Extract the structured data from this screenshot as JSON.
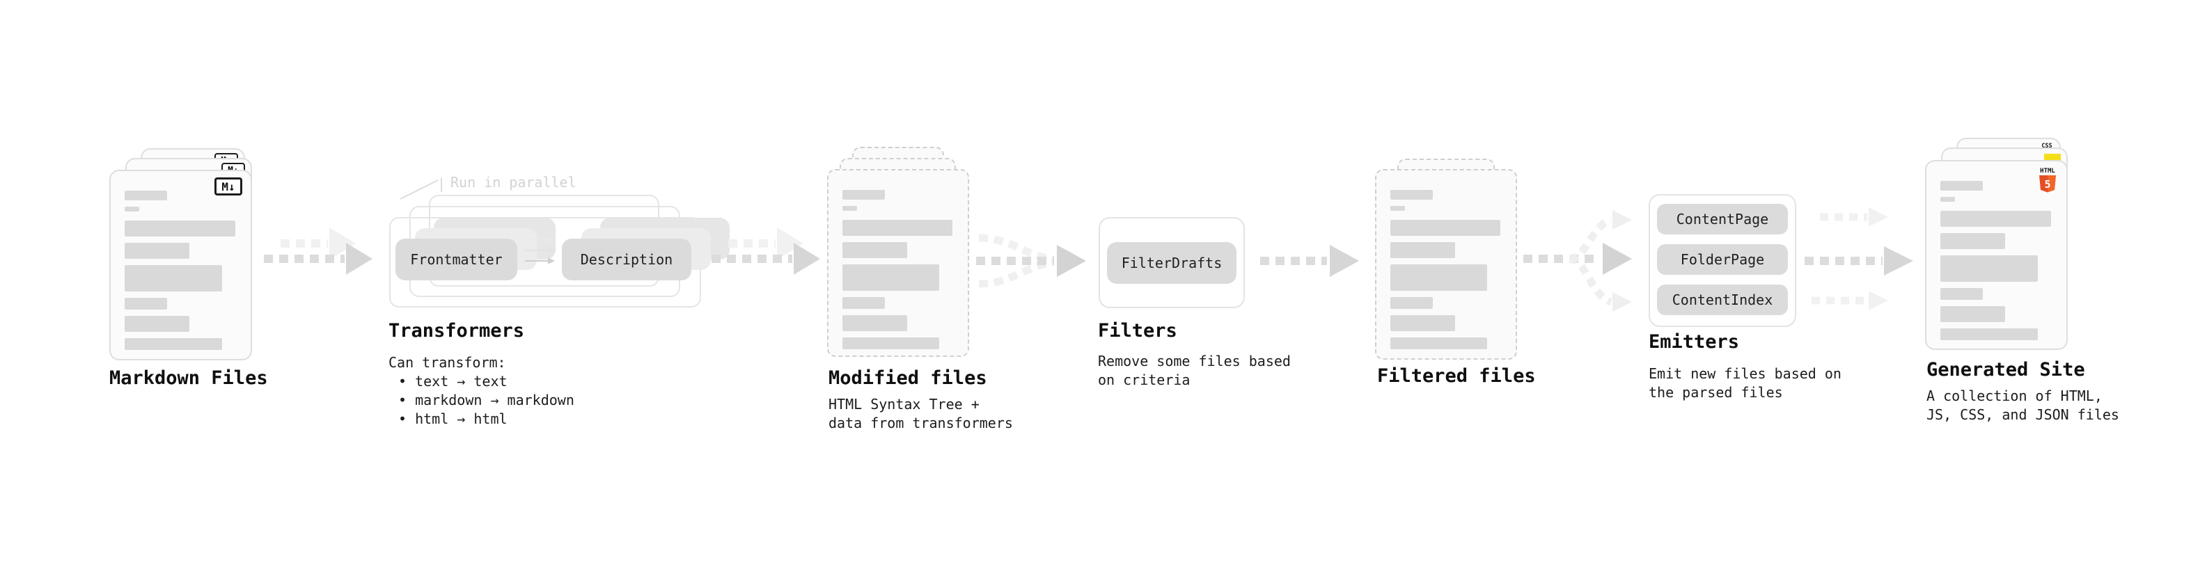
{
  "markdown_files": {
    "label": "Markdown Files",
    "icon_label": "M↓"
  },
  "transformers": {
    "annotation": "Run in parallel",
    "input_pill": "Frontmatter",
    "output_pill": "Description",
    "label": "Transformers",
    "desc_title": "Can transform:",
    "bullets": [
      "text → text",
      "markdown → markdown",
      "html → html"
    ]
  },
  "modified_files": {
    "label": "Modified files",
    "desc": "HTML Syntax Tree +\ndata from transformers"
  },
  "filters": {
    "pill": "FilterDrafts",
    "label": "Filters",
    "desc": "Remove some files based\non criteria"
  },
  "filtered_files": {
    "label": "Filtered files"
  },
  "emitters": {
    "pills": [
      "ContentPage",
      "FolderPage",
      "ContentIndex"
    ],
    "label": "Emitters",
    "desc": "Emit new files based on\nthe parsed files"
  },
  "generated_site": {
    "label": "Generated Site",
    "desc": "A collection of HTML,\nJS, CSS, and JSON files",
    "html5_label": "HTML",
    "html5_number": "5",
    "css_label": "CSS"
  },
  "colors": {
    "arrow_line": "#dcdcdc",
    "arrow_line_light": "#f1f1f1",
    "arrow_head": "#d6d6d6",
    "pill_bg": "#dbdbdb",
    "bar_gray": "#d9d9d9",
    "html5_orange": "#e44d26",
    "html5_orange_light": "#f16529",
    "js_yellow": "#f5de19",
    "css_blue": "#2962ff"
  }
}
